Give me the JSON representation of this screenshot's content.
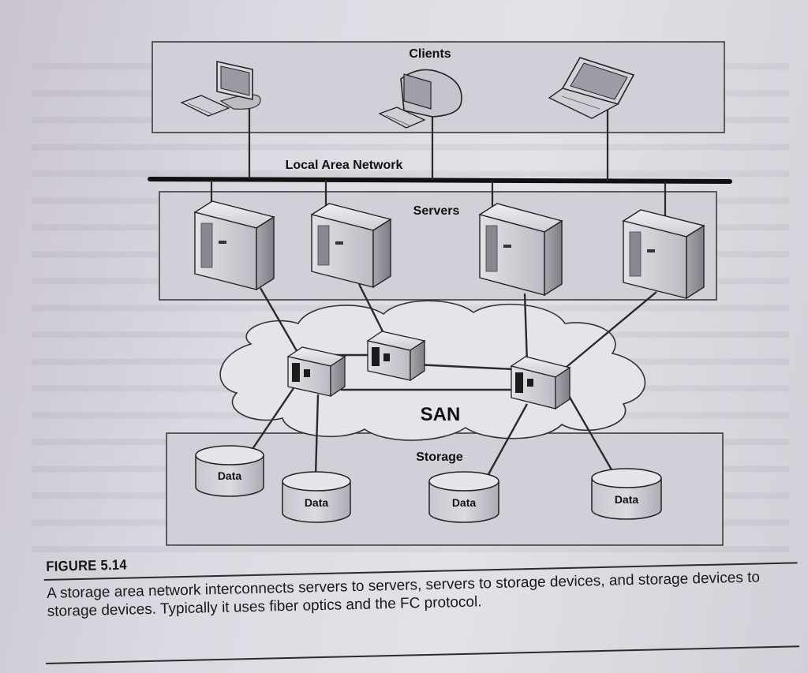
{
  "diagram": {
    "clients_label": "Clients",
    "lan_label": "Local Area Network",
    "servers_label": "Servers",
    "san_label": "SAN",
    "storage_label": "Storage",
    "storage_items": [
      "Data",
      "Data",
      "Data",
      "Data"
    ],
    "colors": {
      "line": "#2a2a2a",
      "zone_fill": "#d3cfd8",
      "device_light": "#d4d2d8",
      "device_dark": "#7e7b84",
      "san_fill": "#e6e4ea"
    },
    "icons": [
      "desktop-computer-icon",
      "imac-computer-icon",
      "laptop-icon",
      "server-tower-icon",
      "switch-icon",
      "disk-storage-icon"
    ]
  },
  "figure": {
    "label": "FIGURE 5.14",
    "caption": "A storage area network interconnects servers to servers, servers to storage devices, and storage devices to storage devices. Typically it uses fiber optics and the FC protocol."
  }
}
